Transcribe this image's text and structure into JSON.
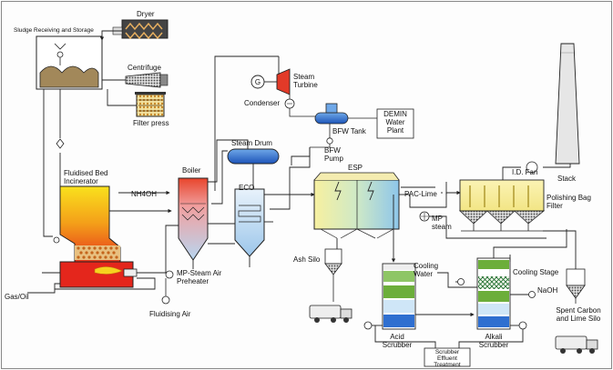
{
  "labels": {
    "sludge_receiving": "Sludge Receiving and Storage",
    "dryer": "Dryer",
    "centrifuge": "Centrifuge",
    "filter_press": "Filter press",
    "steam_turbine": "Steam Turbine",
    "generator": "G",
    "condenser": "Condenser",
    "bfw_tank": "BFW Tank",
    "demin_plant": "DEMIN Water Plant",
    "bfw_pump": "BFW Pump",
    "steam_drum": "Steam Drum",
    "boiler": "Boiler",
    "eco": "ECO",
    "esp": "ESP",
    "fluidised_bed_incinerator": "Fluidised Bed Incinerator",
    "nh4oh": "NH4OH",
    "gas_oil": "Gas/Oil",
    "mp_steam_air_preheater": "MP-Steam Air Preheater",
    "fluidising_air": "Fluidising Air",
    "ash_silo": "Ash Silo",
    "id_fan": "I.D. Fan",
    "stack": "Stack",
    "pac_lime": "PAC-Lime",
    "polishing_bag_filter": "Polishing Bag Filter",
    "mp_steam": "MP steam",
    "cooling_water": "Cooling Water",
    "cooling_stage": "Cooling Stage",
    "naoh": "NaOH",
    "acid_scrubber": "Acid Scrubber",
    "alkali_scrubber": "Alkali Scrubber",
    "scrubber_effluent": "Scrubber Effluent Treatment",
    "spent_carbon_silo": "Spent Carbon and Lime Silo"
  },
  "colors": {
    "line": "#222222",
    "steel_blue": "#2f6fd0",
    "light_blue": "#cfe6f7",
    "fire_top": "#f7d21a",
    "fire_bottom": "#e3211c",
    "scrubber_green": "#6cae3a",
    "stage_bg": "#fdfdfd"
  }
}
